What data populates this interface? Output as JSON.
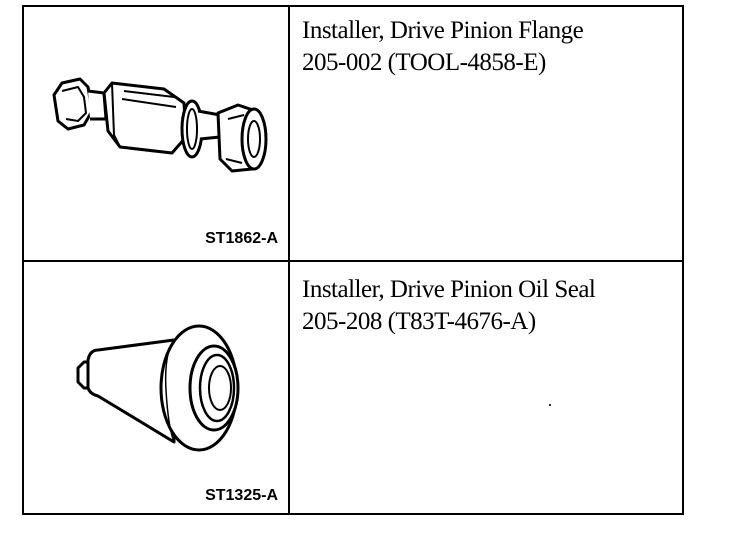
{
  "tools": [
    {
      "name": "Installer, Drive Pinion Flange",
      "number": "205-002 (TOOL-4858-E)",
      "illustration_code": "ST1862-A",
      "illustration_icon": "drive-pinion-flange-installer-icon"
    },
    {
      "name": "Installer, Drive Pinion Oil Seal",
      "number": "205-208 (T83T-4676-A)",
      "illustration_code": "ST1325-A",
      "illustration_icon": "drive-pinion-oil-seal-installer-icon"
    }
  ]
}
